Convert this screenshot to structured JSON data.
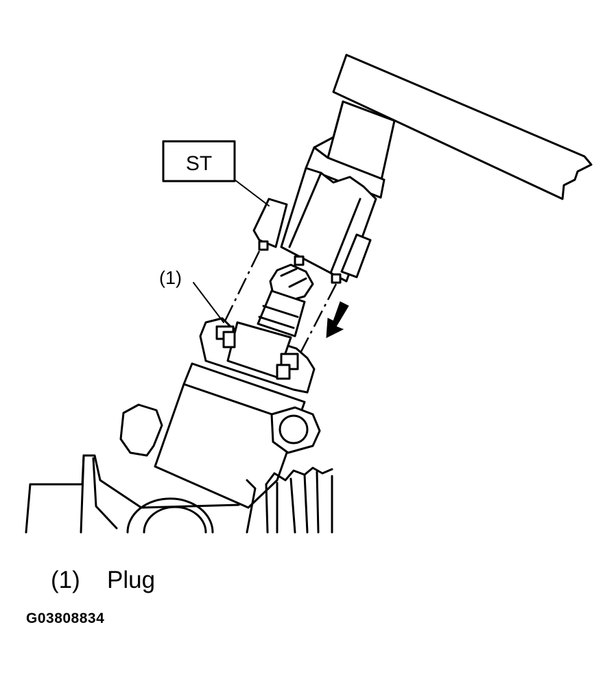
{
  "diagram": {
    "tool_label": "ST",
    "callout_label": "(1)"
  },
  "legend": {
    "items": [
      {
        "number": "(1)",
        "text": "Plug"
      }
    ]
  },
  "figure_id": "G03808834",
  "icons": [
    "arrow-down-left-icon"
  ]
}
